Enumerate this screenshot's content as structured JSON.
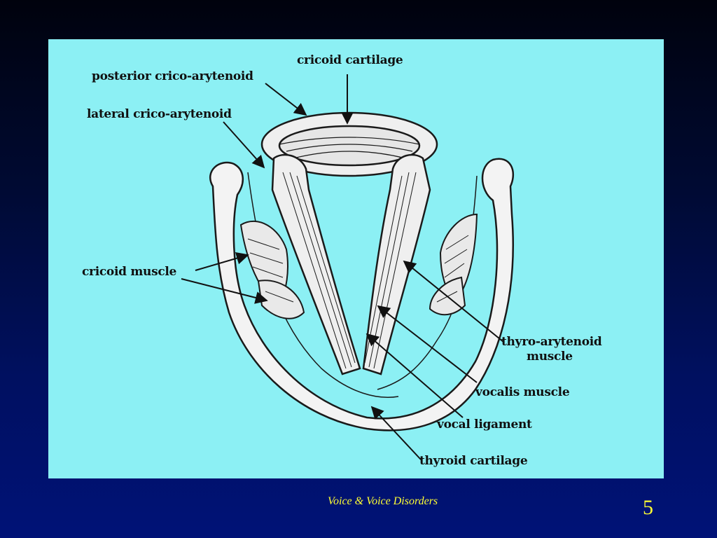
{
  "diagram": {
    "labels": {
      "cricoid_cartilage": "cricoid cartilage",
      "posterior_crico_arytenoid": "posterior crico-arytenoid",
      "lateral_crico_arytenoid": "lateral crico-arytenoid",
      "cricoid_muscle": "cricoid muscle",
      "thyro_arytenoid_line1": "thyro-arytenoid",
      "thyro_arytenoid_line2": "muscle",
      "vocalis_muscle": "vocalis muscle",
      "vocal_ligament": "vocal ligament",
      "thyroid_cartilage": "thyroid cartilage"
    },
    "colors": {
      "panel_background": "#8cf0f4",
      "line": "#1a1a1a",
      "fill": "#f2f2f2"
    }
  },
  "footer": {
    "title": "Voice & Voice Disorders",
    "page_number": "5",
    "text_color": "#ffff33"
  }
}
